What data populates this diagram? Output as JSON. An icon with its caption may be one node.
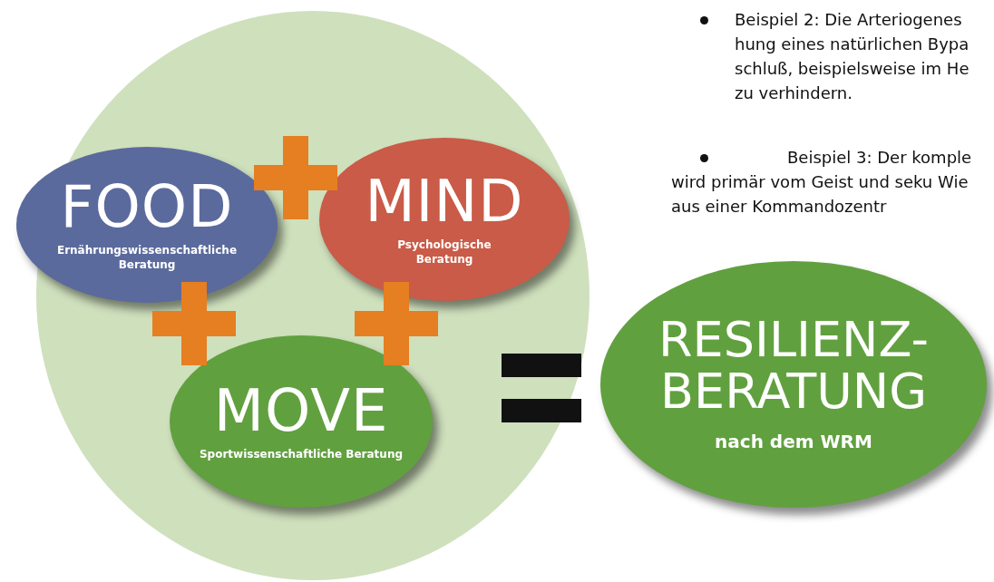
{
  "diagram": {
    "nodes": [
      {
        "text": [],
        "shape": "ellipse"
      },
      {
        "text": [
          "FOOD",
          "Ernährungswissenschaftliche Beratung"
        ],
        "in": 0
      },
      {
        "text": [
          "MIND",
          "Psychologische Beratung"
        ],
        "in": 0
      },
      {
        "text": [
          "MOVE",
          "Sportwissenschaftliche Beratung"
        ],
        "in": 0
      },
      {
        "text": [
          "RESILIENZ- BERATUNG",
          "nach dem WRM"
        ]
      }
    ],
    "edges": [],
    "labels": [
      "Beispiel 2: Die Arteriogenes hung eines natürlichen Bypa schluß, beispielsweise im He zu verhindern.",
      "Beispiel 3: Der komple wird primär vom Geist und seku Wie aus einer Kommandozentr"
    ]
  }
}
